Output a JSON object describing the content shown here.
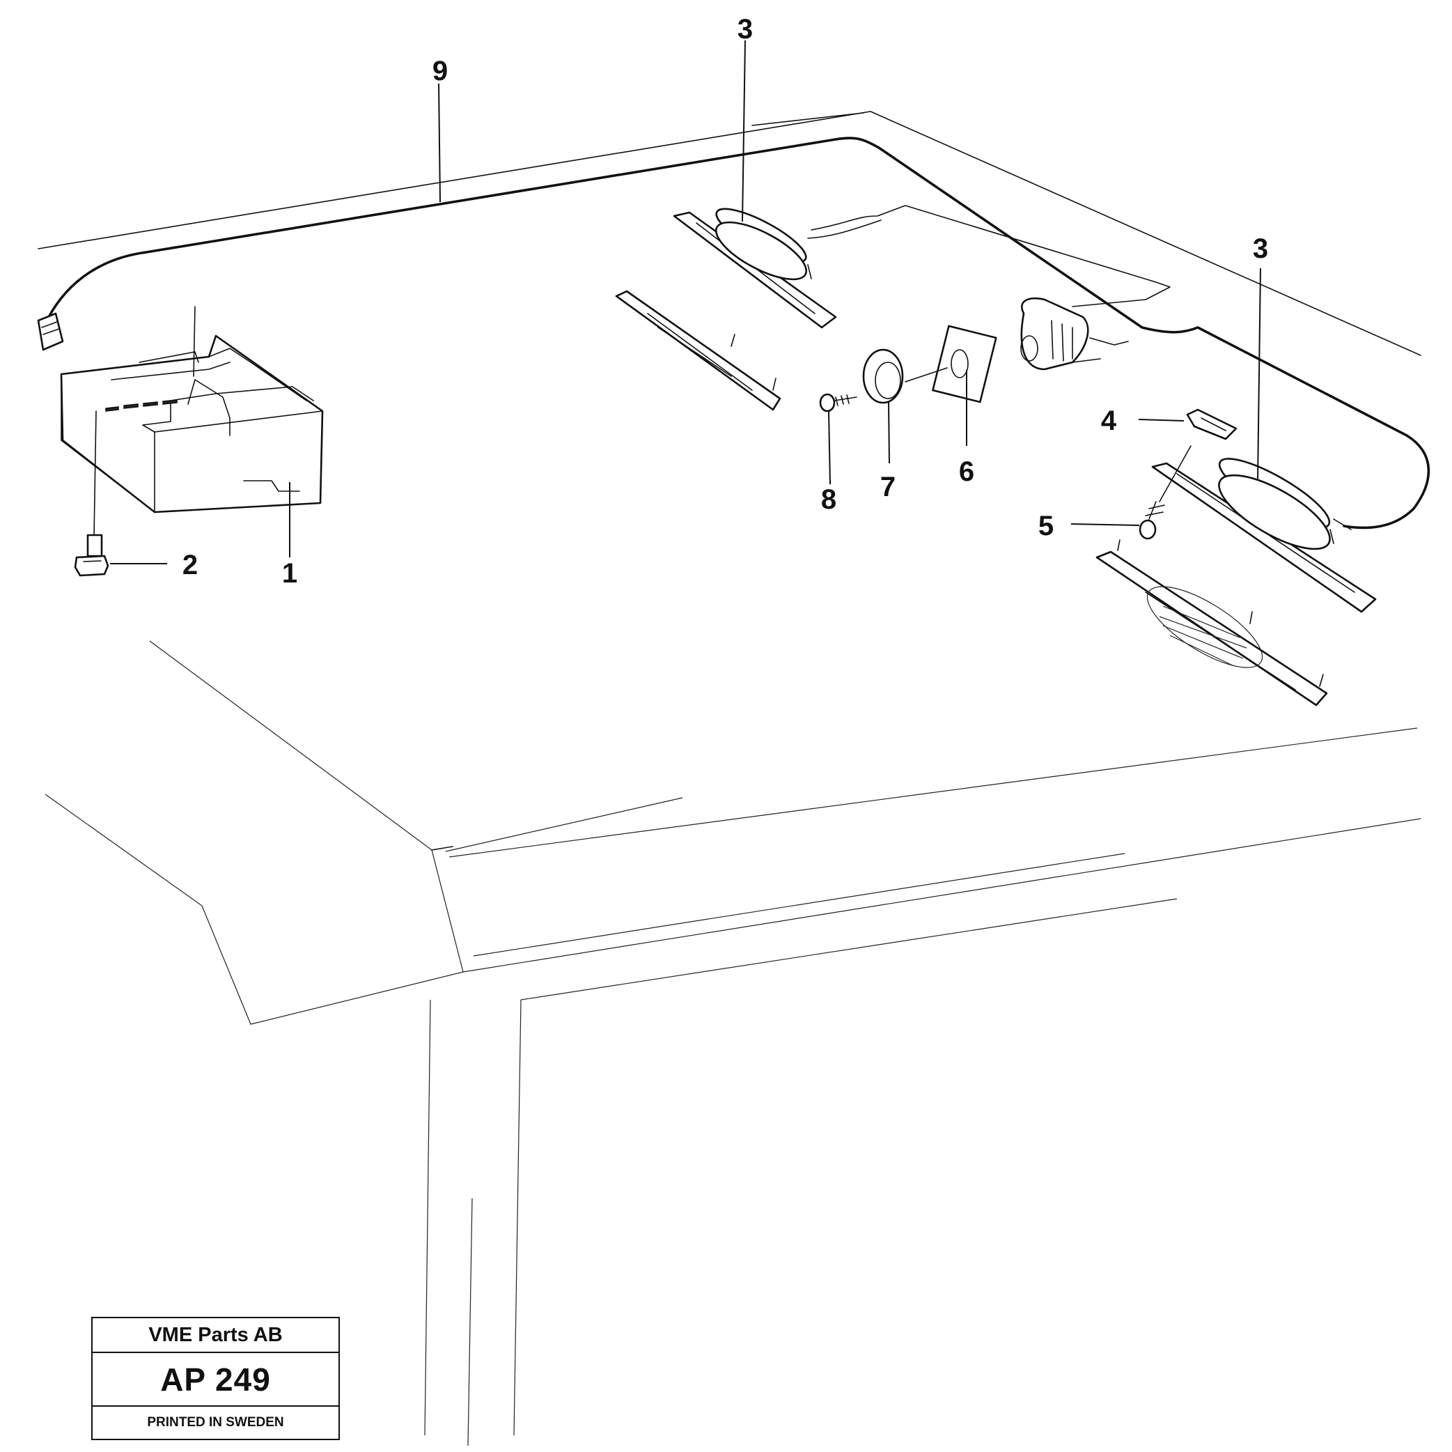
{
  "callouts": [
    "1",
    "2",
    "3",
    "3",
    "4",
    "5",
    "6",
    "7",
    "8",
    "9"
  ],
  "stamp": {
    "company": "VME Parts AB",
    "code": "AP 249",
    "footer": "PRINTED IN SWEDEN"
  }
}
